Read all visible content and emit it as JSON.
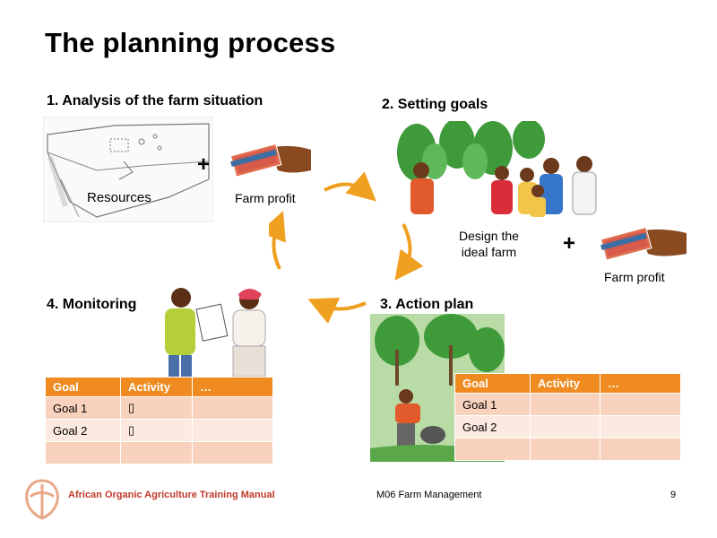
{
  "slide": {
    "title": "The planning process"
  },
  "steps": {
    "analysis": {
      "heading": "1. Analysis of the farm situation",
      "resources_label": "Resources",
      "plus": "+",
      "profit_label": "Farm profit"
    },
    "goals": {
      "heading": "2. Setting goals",
      "design_label_line1": "Design the",
      "design_label_line2": "ideal farm",
      "plus": "+",
      "profit_label": "Farm profit"
    },
    "action": {
      "heading": "3. Action plan"
    },
    "monitoring": {
      "heading": "4. Monitoring"
    }
  },
  "monitoring_table": {
    "headers": [
      "Goal",
      "Activity",
      "…"
    ],
    "rows": [
      [
        "Goal 1",
        "▯",
        ""
      ],
      [
        "Goal 2",
        "▯",
        ""
      ],
      [
        "",
        "",
        ""
      ]
    ]
  },
  "action_table": {
    "headers": [
      "Goal",
      "Activity",
      "…"
    ],
    "rows": [
      [
        "Goal 1",
        "",
        ""
      ],
      [
        "Goal 2",
        "",
        ""
      ],
      [
        "",
        "",
        ""
      ]
    ]
  },
  "colors": {
    "accent_orange": "#ef8b20",
    "arrow_orange": "#f0a020",
    "footer_red": "#c0392b"
  },
  "footer": {
    "manual": "African Organic Agriculture Training Manual",
    "module": "M06 Farm Management",
    "page": "9"
  }
}
